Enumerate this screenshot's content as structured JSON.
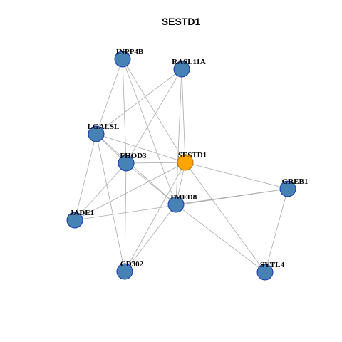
{
  "title": "SESTD1",
  "colors": {
    "node_fill": "#4682B4",
    "node_stroke": "#1a33b3",
    "center_fill": "#FFA500",
    "center_stroke": "#b36b00",
    "edge": "#aaaaaa"
  },
  "nodes": [
    {
      "id": "INPP4B",
      "label": "INPP4B",
      "center": false
    },
    {
      "id": "RASL11A",
      "label": "RASL11A",
      "center": false
    },
    {
      "id": "LGALSL",
      "label": "LGALSL",
      "center": false
    },
    {
      "id": "FHOD3",
      "label": "FHOD3",
      "center": false
    },
    {
      "id": "SESTD1",
      "label": "SESTD1",
      "center": true
    },
    {
      "id": "GREB1",
      "label": "GREB1",
      "center": false
    },
    {
      "id": "TMED8",
      "label": "TMED8",
      "center": false
    },
    {
      "id": "JADE1",
      "label": "JADE1",
      "center": false
    },
    {
      "id": "CD302",
      "label": "CD302",
      "center": false
    },
    {
      "id": "SYTL4",
      "label": "SYTL4",
      "center": false
    }
  ],
  "edges": [
    [
      "INPP4B",
      "LGALSL"
    ],
    [
      "INPP4B",
      "FHOD3"
    ],
    [
      "INPP4B",
      "SESTD1"
    ],
    [
      "INPP4B",
      "TMED8"
    ],
    [
      "RASL11A",
      "LGALSL"
    ],
    [
      "RASL11A",
      "FHOD3"
    ],
    [
      "RASL11A",
      "SESTD1"
    ],
    [
      "RASL11A",
      "TMED8"
    ],
    [
      "LGALSL",
      "FHOD3"
    ],
    [
      "LGALSL",
      "TMED8"
    ],
    [
      "LGALSL",
      "JADE1"
    ],
    [
      "LGALSL",
      "CD302"
    ],
    [
      "LGALSL",
      "SESTD1"
    ],
    [
      "FHOD3",
      "SESTD1"
    ],
    [
      "FHOD3",
      "TMED8"
    ],
    [
      "FHOD3",
      "JADE1"
    ],
    [
      "FHOD3",
      "CD302"
    ],
    [
      "SESTD1",
      "GREB1"
    ],
    [
      "SESTD1",
      "TMED8"
    ],
    [
      "SESTD1",
      "SYTL4"
    ],
    [
      "SESTD1",
      "CD302"
    ],
    [
      "SESTD1",
      "JADE1"
    ],
    [
      "GREB1",
      "JADE1"
    ],
    [
      "GREB1",
      "TMED8"
    ],
    [
      "GREB1",
      "SYTL4"
    ],
    [
      "TMED8",
      "CD302"
    ],
    [
      "TMED8",
      "SYTL4"
    ]
  ]
}
